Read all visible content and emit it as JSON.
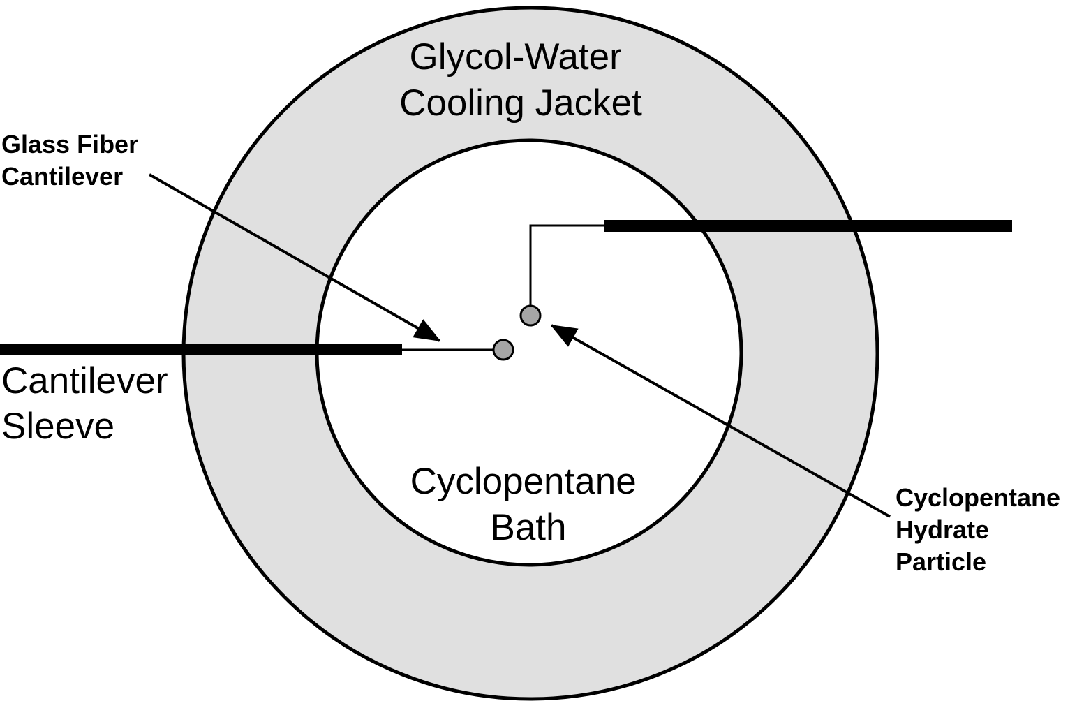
{
  "labels": {
    "cooling_jacket": [
      "Glycol-Water",
      "Cooling Jacket"
    ],
    "glass_fiber": [
      "Glass Fiber",
      "Cantilever"
    ],
    "sleeve": [
      "Cantilever",
      "Sleeve"
    ],
    "bath": [
      "Cyclopentane",
      "Bath"
    ],
    "hydrate_particle": [
      "Cyclopentane",
      "Hydrate",
      "Particle"
    ]
  },
  "colors": {
    "jacket_fill": "#e0e0e0",
    "bath_fill": "#ffffff",
    "stroke": "#000000",
    "particle_fill": "#a6a6a6"
  }
}
